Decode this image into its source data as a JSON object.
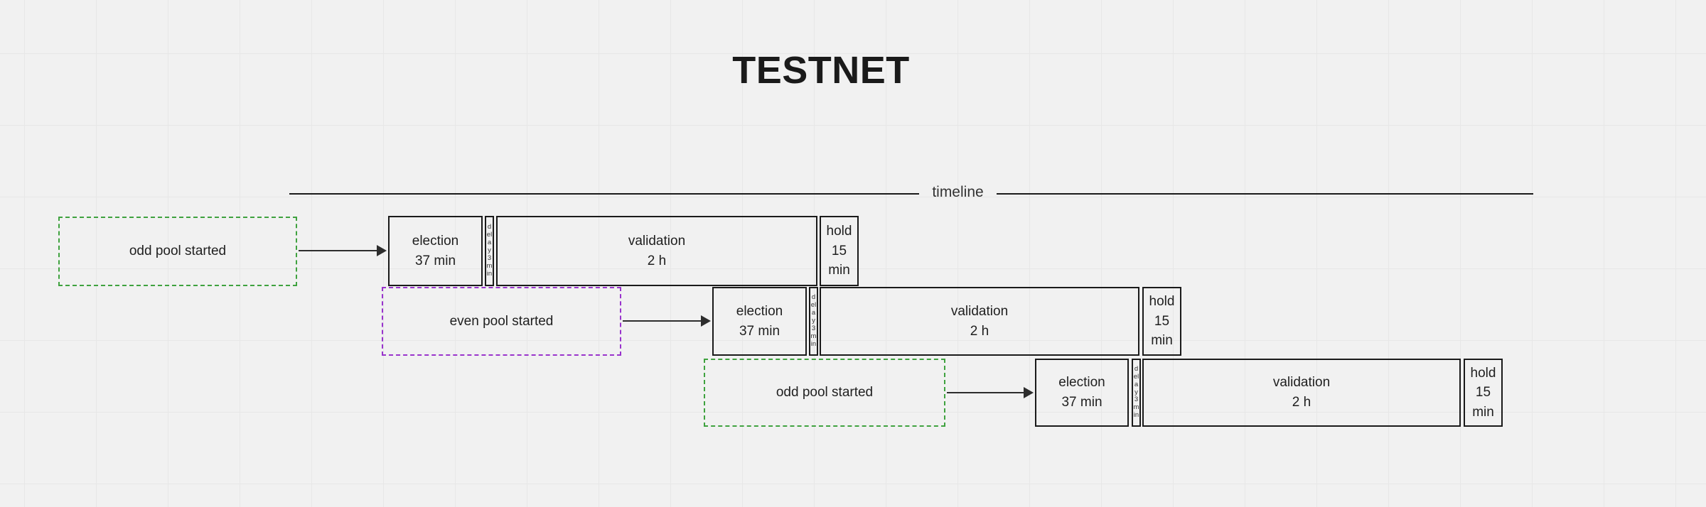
{
  "title": "TESTNET",
  "timeline": {
    "label": "timeline"
  },
  "colors": {
    "background": "#f1f1f1",
    "grid_line": "#e7e7e7",
    "phase_border": "#1a1a1a",
    "text": "#1f1f1f",
    "arrow": "#2d2d2d",
    "odd_pool_accent": "#3fa23f",
    "even_pool_accent": "#9933cc"
  },
  "rows": [
    {
      "trigger": {
        "label": "odd pool started"
      },
      "election": {
        "line1": "election",
        "line2": "37 min"
      },
      "delay": {
        "label": "delay 3 min"
      },
      "validation": {
        "line1": "validation",
        "line2": "2 h"
      },
      "hold": {
        "label": "hold 15 min"
      }
    },
    {
      "trigger": {
        "label": "even pool started"
      },
      "election": {
        "line1": "election",
        "line2": "37 min"
      },
      "delay": {
        "label": "delay 3 min"
      },
      "validation": {
        "line1": "validation",
        "line2": "2 h"
      },
      "hold": {
        "label": "hold 15 min"
      }
    },
    {
      "trigger": {
        "label": "odd pool started"
      },
      "election": {
        "line1": "election",
        "line2": "37 min"
      },
      "delay": {
        "label": "delay 3 min"
      },
      "validation": {
        "line1": "validation",
        "line2": "2 h"
      },
      "hold": {
        "label": "hold 15 min"
      }
    }
  ]
}
